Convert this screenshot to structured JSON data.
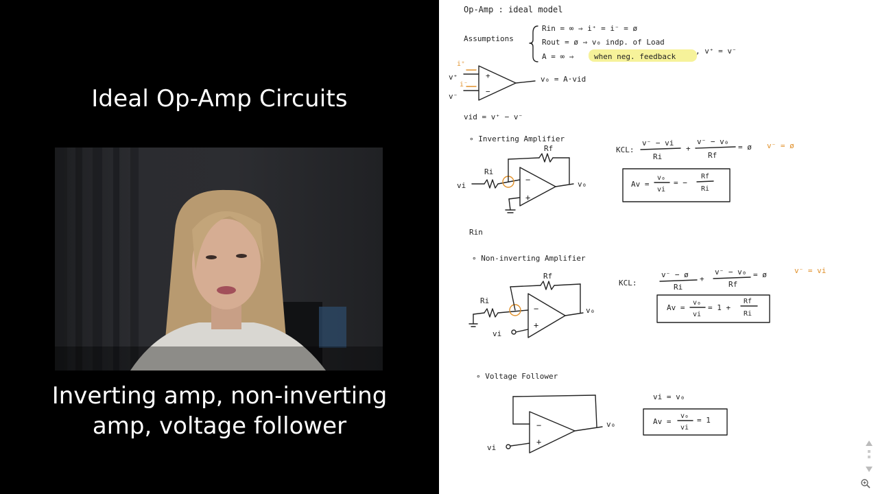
{
  "slide": {
    "title": "Ideal Op-Amp Circuits",
    "subtitle_line1": "Inverting amp, non-inverting",
    "subtitle_line2": "amp, voltage follower"
  },
  "notes": {
    "heading": "Op-Amp : ideal model",
    "assumptions_label": "Assumptions",
    "assumption1": "Rin = ∞ ⇒ i⁺ = i⁻ = ø",
    "assumption2": "Rout = ø ⇒ v₀ indp. of Load",
    "assumption3_a": "A = ∞ ⇒",
    "assumption3_b": "when neg. feedback",
    "assumption3_c": ", v⁺ = v⁻",
    "opamp_in_plus": "v⁺",
    "opamp_in_minus": "v⁻",
    "opamp_i_plus": "i⁺",
    "opamp_i_minus": "i⁻",
    "opamp_out": "v₀ = A·vid",
    "vid_eq": "vid = v⁺ − v⁻",
    "inv_heading": "∘ Inverting Amplifier",
    "inv_rf": "Rf",
    "inv_ri": "Ri",
    "inv_vi": "vi",
    "inv_vo": "v₀",
    "inv_kcl_label": "KCL:",
    "inv_kcl_t1_num": "v⁻ − vi",
    "inv_kcl_t1_den": "Ri",
    "inv_kcl_plus": "+",
    "inv_kcl_t2_num": "v⁻ − v₀",
    "inv_kcl_t2_den": "Rf",
    "inv_kcl_eq": "= ø",
    "inv_note": "v⁻ = ø",
    "inv_gain_lhs": "Av =",
    "inv_gain_num1": "v₀",
    "inv_gain_den1": "vi",
    "inv_gain_mid": "= −",
    "inv_gain_num2": "Rf",
    "inv_gain_den2": "Ri",
    "rin_label": "Rin",
    "noninv_heading": "∘ Non-inverting Amplifier",
    "noninv_rf": "Rf",
    "noninv_ri": "Ri",
    "noninv_vi": "vi",
    "noninv_vo": "v₀",
    "noninv_kcl_label": "KCL:",
    "noninv_kcl_t1_num": "v⁻ − ø",
    "noninv_kcl_t1_den": "Ri",
    "noninv_kcl_plus": "+",
    "noninv_kcl_t2_num": "v⁻ − v₀",
    "noninv_kcl_t2_den": "Rf",
    "noninv_kcl_eq": "= ø",
    "noninv_note": "v⁻ = vi",
    "noninv_gain_lhs": "Av =",
    "noninv_gain_num1": "v₀",
    "noninv_gain_den1": "vi",
    "noninv_gain_mid": "= 1 +",
    "noninv_gain_num2": "Rf",
    "noninv_gain_den2": "Ri",
    "follower_heading": "∘ Voltage Follower",
    "follower_vi": "vi",
    "follower_vo": "v₀",
    "follower_eq": "vi = v₀",
    "follower_gain_lhs": "Av =",
    "follower_gain_num": "v₀",
    "follower_gain_den": "vi",
    "follower_gain_rhs": "= 1"
  },
  "viewer": {
    "zoom_icon": "zoom-icon",
    "scroll_icon": "page-scroll-icon"
  },
  "colors": {
    "background": "#000000",
    "paper": "#ffffff",
    "ink": "#222222",
    "annotation": "#e0902a",
    "highlight": "#f6f29a"
  }
}
